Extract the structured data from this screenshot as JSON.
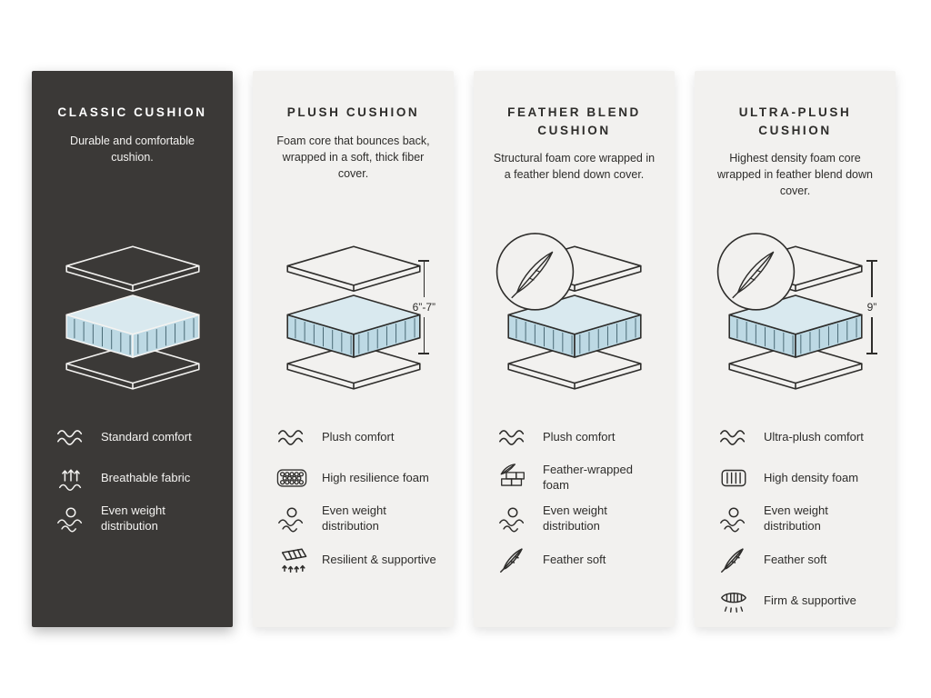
{
  "page": {
    "background": "#ffffff",
    "colors": {
      "dark_panel_bg": "#3b3937",
      "light_panel_bg": "#f2f1ef",
      "ink_dark": "#2e2d2b",
      "ink_light": "#f4f3f1",
      "foam_top": "#d9e9ef",
      "foam_side": "#bdd9e4"
    }
  },
  "panels": [
    {
      "id": "classic-cushion",
      "theme": "dark",
      "title": "CLASSIC CUSHION",
      "description": "Durable and comfortable cushion.",
      "illustration": {
        "type": "layered-cushion",
        "feather_badge": false,
        "height_label": ""
      },
      "features": [
        {
          "icon": "waves-icon",
          "label": "Standard comfort"
        },
        {
          "icon": "breathable-icon",
          "label": "Breathable fabric"
        },
        {
          "icon": "weight-distribution-icon",
          "label": "Even weight distribution"
        }
      ]
    },
    {
      "id": "plush-cushion",
      "theme": "light",
      "title": "PLUSH CUSHION",
      "description": "Foam core that bounces back, wrapped in a soft, thick fiber cover.",
      "illustration": {
        "type": "layered-cushion",
        "feather_badge": false,
        "height_label": "6”-7”"
      },
      "features": [
        {
          "icon": "waves-icon",
          "label": "Plush comfort"
        },
        {
          "icon": "foam-cells-icon",
          "label": "High resilience foam"
        },
        {
          "icon": "weight-distribution-icon",
          "label": "Even weight distribution"
        },
        {
          "icon": "spring-icon",
          "label": "Resilient & supportive"
        }
      ]
    },
    {
      "id": "feather-blend-cushion",
      "theme": "light",
      "title": "FEATHER BLEND CUSHION",
      "description": "Structural foam core wrapped in a feather blend down cover.",
      "illustration": {
        "type": "layered-cushion",
        "feather_badge": true,
        "height_label": ""
      },
      "features": [
        {
          "icon": "waves-icon",
          "label": "Plush comfort"
        },
        {
          "icon": "feather-foam-icon",
          "label": "Feather-wrapped foam"
        },
        {
          "icon": "weight-distribution-icon",
          "label": "Even weight distribution"
        },
        {
          "icon": "feather-icon",
          "label": "Feather soft"
        }
      ]
    },
    {
      "id": "ultra-plush-cushion",
      "theme": "light",
      "title": "ULTRA-PLUSH CUSHION",
      "description": "Highest density foam core wrapped in feather blend down cover.",
      "illustration": {
        "type": "layered-cushion",
        "feather_badge": true,
        "height_label": "9”"
      },
      "features": [
        {
          "icon": "waves-icon",
          "label": "Ultra-plush comfort"
        },
        {
          "icon": "density-lines-icon",
          "label": "High density foam"
        },
        {
          "icon": "weight-distribution-icon",
          "label": "Even weight distribution"
        },
        {
          "icon": "feather-icon",
          "label": "Feather soft"
        },
        {
          "icon": "firm-support-icon",
          "label": "Firm & supportive"
        }
      ]
    }
  ]
}
